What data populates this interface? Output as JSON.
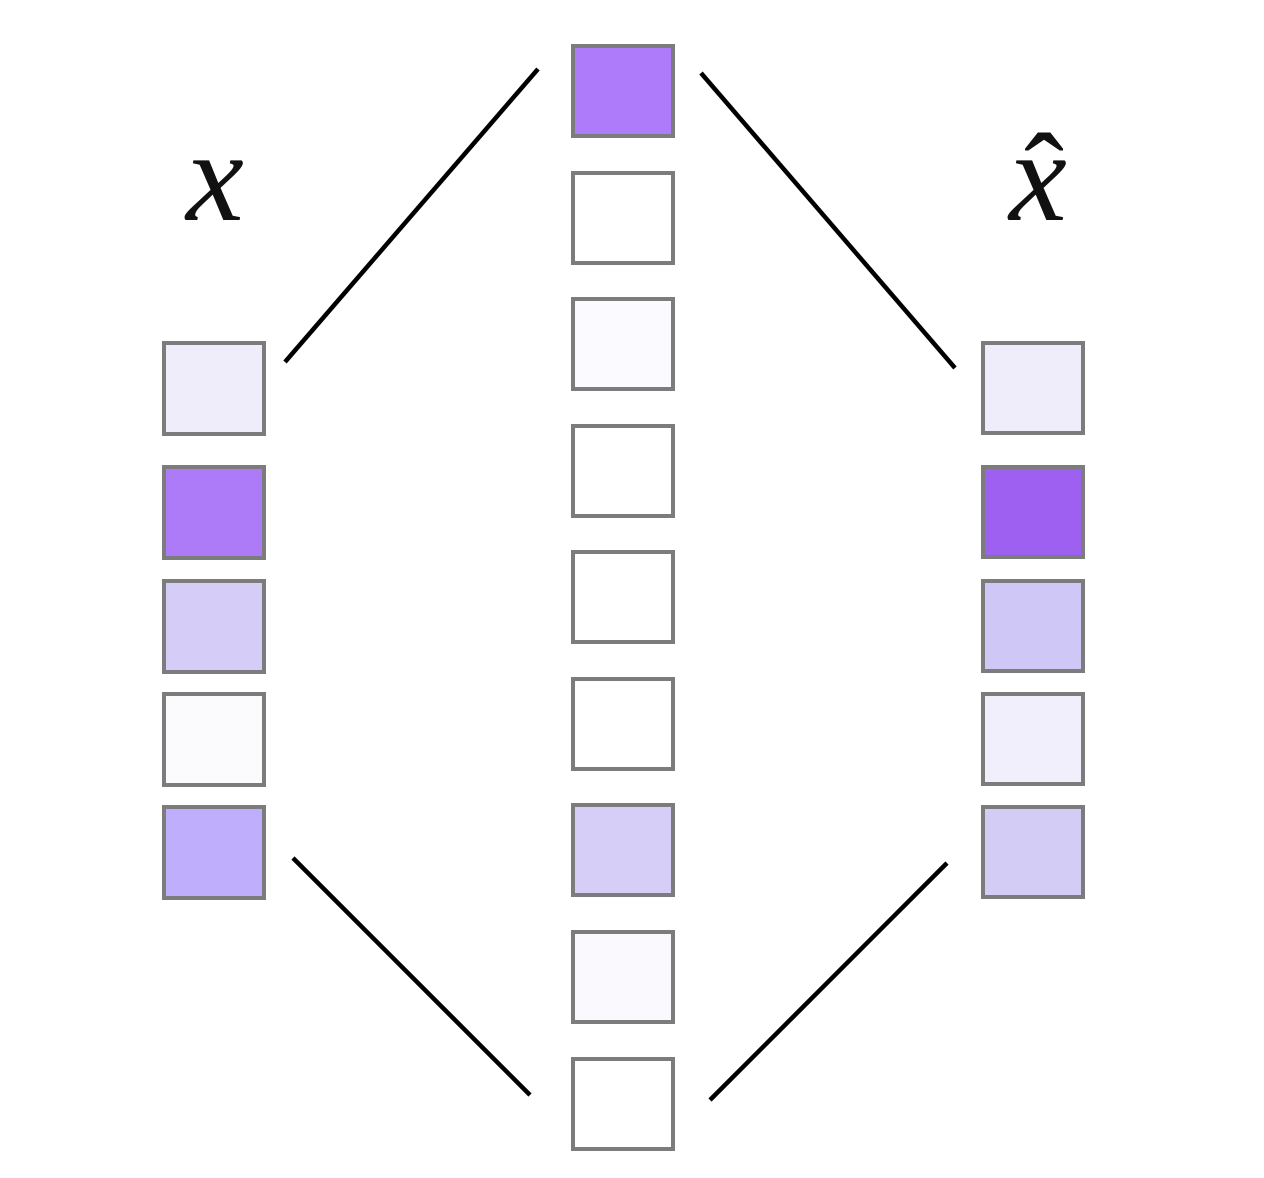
{
  "diagram": {
    "title_semantics": "sparse-autoencoder-vector-diagram",
    "labels": {
      "input": "x",
      "output_base": "x",
      "output_hat": "ˆ",
      "output_composed": "x̂"
    },
    "style": {
      "cell_border_color": "#7c7c7c",
      "line_color": "#000000",
      "background": "#ffffff",
      "accent_purple": "#ad7bf8"
    },
    "columns": [
      {
        "id": "input",
        "role": "input-vector-x",
        "cells": [
          {
            "color": "#efedf9"
          },
          {
            "color": "#ad7bf8"
          },
          {
            "color": "#d5cdf8"
          },
          {
            "color": "#fbfafd"
          },
          {
            "color": "#bfaefb"
          }
        ]
      },
      {
        "id": "latent",
        "role": "hidden-latent-vector",
        "cells": [
          {
            "color": "#ae7cfa"
          },
          {
            "color": "#ffffff"
          },
          {
            "color": "#fbfafe"
          },
          {
            "color": "#ffffff"
          },
          {
            "color": "#ffffff"
          },
          {
            "color": "#ffffff"
          },
          {
            "color": "#d6cef7"
          },
          {
            "color": "#faf9fd"
          },
          {
            "color": "#ffffff"
          }
        ]
      },
      {
        "id": "output",
        "role": "reconstructed-vector-x-hat",
        "cells": [
          {
            "color": "#efedf9"
          },
          {
            "color": "#9d60f1"
          },
          {
            "color": "#cfc8f6"
          },
          {
            "color": "#f0effb"
          },
          {
            "color": "#d3ccf5"
          }
        ]
      }
    ]
  }
}
